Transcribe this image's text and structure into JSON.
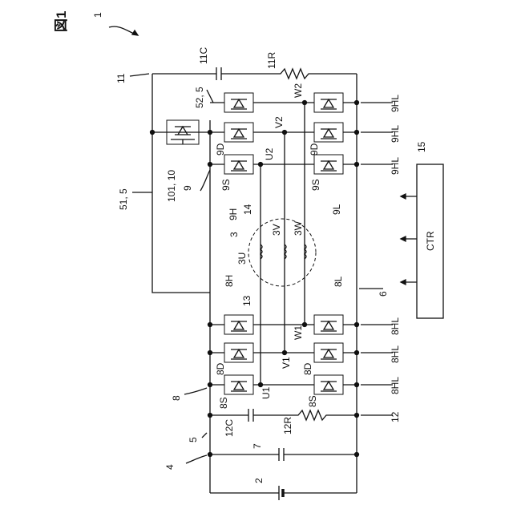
{
  "figure_title": "図1",
  "labels": {
    "ref_1": "1",
    "ref_11": "11",
    "ref_11C": "11C",
    "ref_11R": "11R",
    "ref_52_5": "52, 5",
    "ref_W2": "W2",
    "ref_V2": "V2",
    "ref_U2": "U2",
    "ref_9HL_a": "9HL",
    "ref_9HL_b": "9HL",
    "ref_9HL_c": "9HL",
    "ref_9D_left": "9D",
    "ref_9D_right": "9D",
    "ref_9S_left": "9S",
    "ref_9S_right": "9S",
    "ref_9": "9",
    "ref_101_10": "101, 10",
    "ref_51_5": "51, 5",
    "ref_9H": "9H",
    "ref_9L": "9L",
    "ref_14": "14",
    "ref_3": "3",
    "ref_3U": "3U",
    "ref_3V": "3V",
    "ref_3W": "3W",
    "ref_15": "15",
    "ctr": "CTR",
    "ref_8H": "8H",
    "ref_8L": "8L",
    "ref_13": "13",
    "ref_6": "6",
    "ref_W1": "W1",
    "ref_V1": "V1",
    "ref_U1": "U1",
    "ref_8HL_a": "8HL",
    "ref_8HL_b": "8HL",
    "ref_8HL_c": "8HL",
    "ref_8D_left": "8D",
    "ref_8D_right": "8D",
    "ref_8S_left": "8S",
    "ref_8S_right": "8S",
    "ref_8": "8",
    "ref_12C": "12C",
    "ref_12R": "12R",
    "ref_12": "12",
    "ref_5": "5",
    "ref_7": "7",
    "ref_4": "4",
    "ref_2": "2"
  }
}
